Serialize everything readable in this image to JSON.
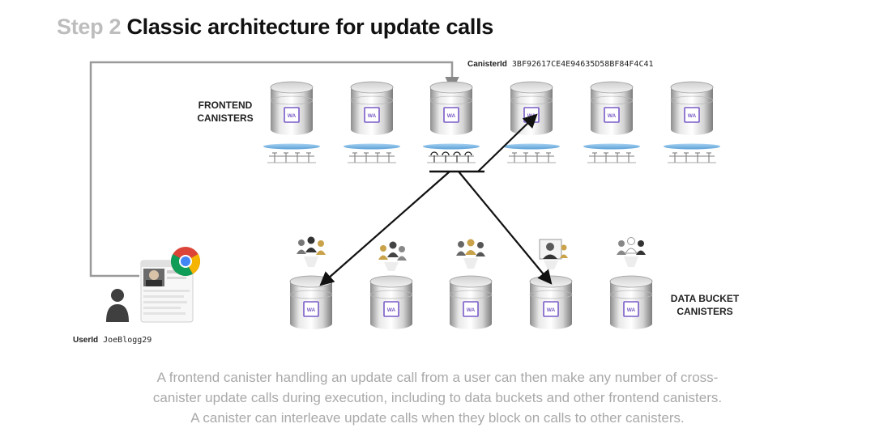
{
  "title": {
    "step": "Step 2",
    "text": "Classic architecture for update calls"
  },
  "canister_id": {
    "label": "CanisterId",
    "value": "3BF92617CE4E94635D58BF84F4C41"
  },
  "user_id": {
    "label": "UserId",
    "value": "JoeBlogg29"
  },
  "frontend_label": [
    "FRONTEND",
    "CANISTERS"
  ],
  "data_bucket_label": [
    "DATA BUCKET",
    "CANISTERS"
  ],
  "canister_badge": "WA",
  "frontend_canister_count": 6,
  "data_bucket_canister_count": 5,
  "caption": [
    "A frontend canister handling an update call from a user can then make any number of cross-",
    "canister update calls during execution, including to data buckets and other frontend canisters.",
    "A canister can interleave update calls when they block on calls to other canisters."
  ],
  "colors": {
    "title_step": "#bdbdbd",
    "badge": "#7a5cc8",
    "platform": "#7cb9e8",
    "caption": "#a9a9a9"
  },
  "icons": [
    "database-icon",
    "user-group-icon",
    "user-silhouette-icon",
    "chrome-icon",
    "browser-window-icon"
  ]
}
